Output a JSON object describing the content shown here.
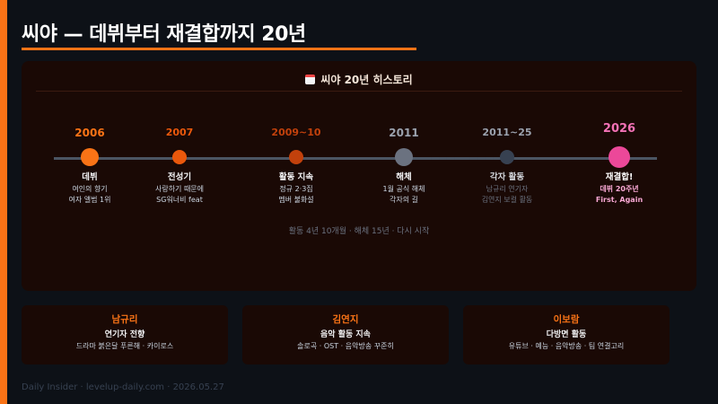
{
  "page_title": "씨야 — 데뷔부터 재결합까지 20년",
  "timeline_card": {
    "header_icon": "calendar-icon",
    "header": "씨야 20년 히스토리",
    "footnote": "활동 4년 10개월 · 해체 15년 · 다시 시작"
  },
  "events": [
    {
      "year": "2006",
      "title": "데뷔",
      "desc1": "여인의 향기",
      "desc2": "여자 앨범 1위",
      "color": "#f97316"
    },
    {
      "year": "2007",
      "title": "전성기",
      "desc1": "사랑하기 때문에",
      "desc2": "SG워너비 feat",
      "color": "#ea580c"
    },
    {
      "year": "2009~10",
      "title": "활동 지속",
      "desc1": "정규 2·3집",
      "desc2": "멤버 불화설",
      "color": "#c2410c"
    },
    {
      "year": "2011",
      "title": "해체",
      "desc1": "1월 공식 해체",
      "desc2": "각자의 길",
      "color": "#6b7280"
    },
    {
      "year": "2011~25",
      "title": "각자 활동",
      "desc1": "남규리 연기자",
      "desc2": "김연지 보컬 활동",
      "color": "#374151"
    },
    {
      "year": "2026",
      "title": "재결합!",
      "desc1": "데뷔 20주년",
      "desc2": "First, Again",
      "color": "#ec4899"
    }
  ],
  "members": [
    {
      "name": "남규리",
      "role": "연기자 전향",
      "desc": "드라마 붉은달 푸른해 · 카이로스"
    },
    {
      "name": "김연지",
      "role": "음악 활동 지속",
      "desc": "솔로곡 · OST · 음악방송 꾸준히"
    },
    {
      "name": "이보람",
      "role": "다방면 활동",
      "desc": "유튜브 · 예능 · 음악방송 · 팀 연결고리"
    }
  ],
  "footer": "Daily Insider · levelup-daily.com · 2026.05.27"
}
